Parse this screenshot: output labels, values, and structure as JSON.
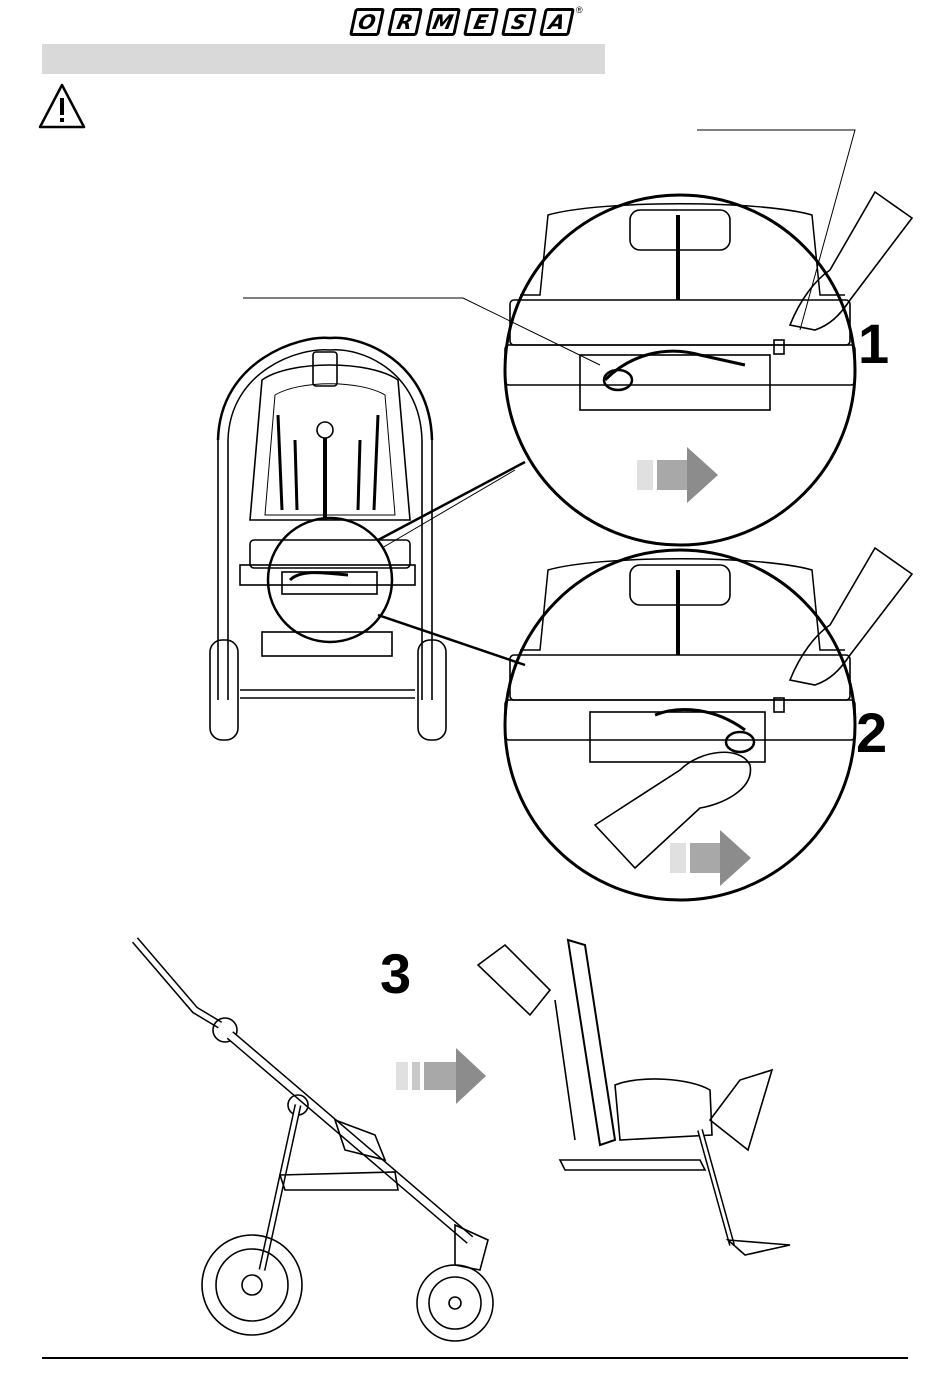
{
  "header": {
    "brand_letters": [
      "O",
      "R",
      "M",
      "E",
      "S",
      "A"
    ],
    "brand_registered": "®"
  },
  "warning_icon": "warning-triangle-icon",
  "steps": {
    "step1": "1",
    "step2": "2",
    "step3": "3"
  },
  "icons": {
    "arrow": "right-arrow-icon",
    "hand": "hand-icon"
  }
}
